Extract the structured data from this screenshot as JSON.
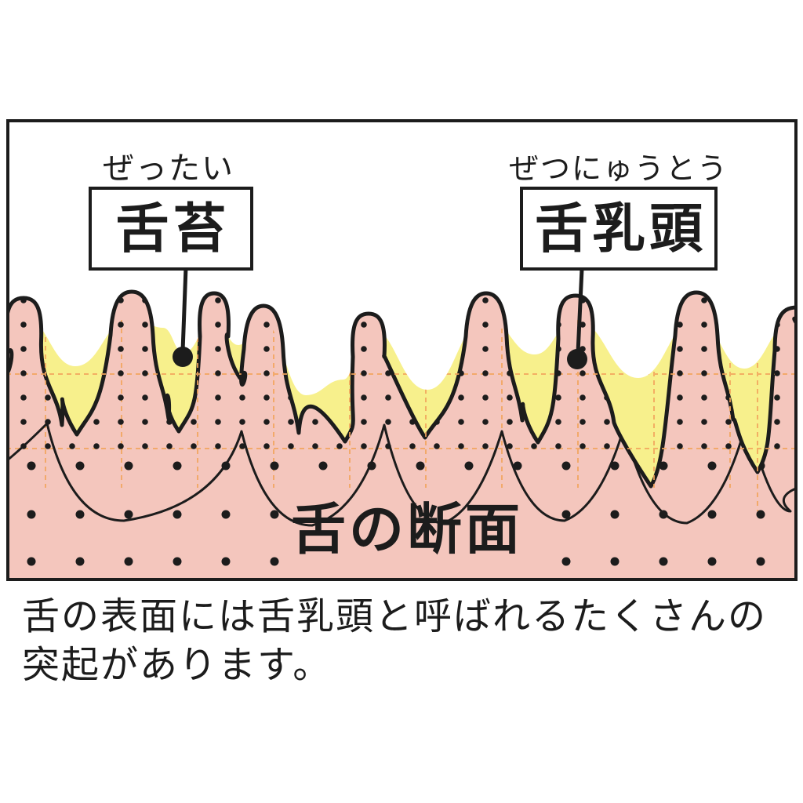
{
  "labels": {
    "coating": {
      "furigana": "ぜったい",
      "kanji": "舌苔"
    },
    "papilla": {
      "furigana": "ぜつにゅうとう",
      "kanji": "舌乳頭"
    },
    "cross_section": "舌の断面"
  },
  "caption": {
    "line1": "舌の表面には舌乳頭と呼ばれるたくさんの",
    "line2": "突起があります。"
  },
  "colors": {
    "pink": "#f4c6bd",
    "yellow": "#f7f08c",
    "outline": "#1c1c1c",
    "grid": "#f2a45c",
    "paper": "#ffffff"
  }
}
